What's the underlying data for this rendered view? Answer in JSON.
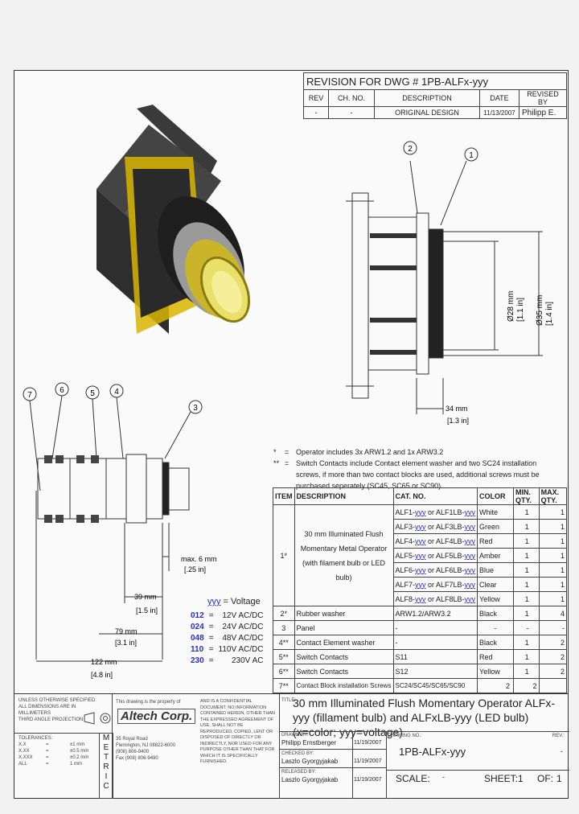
{
  "revision": {
    "heading": "REVISION FOR DWG #",
    "dwg": "1PB-ALFx-yyy",
    "headers": [
      "REV",
      "CH. NO.",
      "DESCRIPTION",
      "DATE",
      "REVISED BY"
    ],
    "row": [
      "-",
      "-",
      "ORIGINAL DESIGN",
      "11/13/2007",
      "Philipp E."
    ]
  },
  "balloons": [
    "1",
    "2",
    "3",
    "4",
    "5",
    "6",
    "7"
  ],
  "dims": {
    "d28": "Ø28 mm",
    "d28in": "[1.1 in]",
    "d35": "Ø35 mm",
    "d35in": "[1.4 in]",
    "w34": "34 mm",
    "w34in": "[1.3 in]",
    "max6": "max. 6 mm",
    "max6in": "[.25 in]",
    "m39": "39 mm",
    "m39in": "[1.5 in]",
    "m79": "79 mm",
    "m79in": "[3.1 in]",
    "m122": "122 mm",
    "m122in": "[4.8 in]"
  },
  "notes": [
    {
      "mark": "*",
      "sep": "=",
      "text": "Operator includes 3x ARW1.2 and 1x ARW3.2"
    },
    {
      "mark": "**",
      "sep": "=",
      "text": "Switch Contacts include Contact element washer and two SC24 installation screws, if more than two contact blocks are used, additional screws must be purchased seperately (SC45, SC65 or SC90)"
    }
  ],
  "bom": {
    "headers": [
      "ITEM",
      "DESCRIPTION",
      "CAT. NO.",
      "COLOR",
      "MIN. QTY.",
      "MAX. QTY."
    ],
    "operator": {
      "item": "1*",
      "desc": "30 mm Illuminated Flush Momentary Metal Operator (with filament bulb or LED bulb)",
      "rows": [
        {
          "a": "ALF1-",
          "b": " or ALF1LB-",
          "color": "White",
          "min": "1",
          "max": "1"
        },
        {
          "a": "ALF3-",
          "b": " or ALF3LB-",
          "color": "Green",
          "min": "1",
          "max": "1"
        },
        {
          "a": "ALF4-",
          "b": " or ALF4LB-",
          "color": "Red",
          "min": "1",
          "max": "1"
        },
        {
          "a": "ALF5-",
          "b": " or ALF5LB-",
          "color": "Amber",
          "min": "1",
          "max": "1"
        },
        {
          "a": "ALF6-",
          "b": " or ALF6LB-",
          "color": "Blue",
          "min": "1",
          "max": "1"
        },
        {
          "a": "ALF7-",
          "b": " or ALF7LB-",
          "color": "Clear",
          "min": "1",
          "max": "1"
        },
        {
          "a": "ALF8-",
          "b": " or ALF8LB-",
          "color": "Yellow",
          "min": "1",
          "max": "1"
        }
      ],
      "yyy": "yyy"
    },
    "rows": [
      {
        "item": "2*",
        "desc": "Rubber washer",
        "cat": "ARW1.2/ARW3.2",
        "color": "Black",
        "min": "1",
        "max": "4"
      },
      {
        "item": "3",
        "desc": "Panel",
        "cat": "-",
        "color": "-",
        "min": "-",
        "max": "-"
      },
      {
        "item": "4**",
        "desc": "Contact Element washer",
        "cat": "-",
        "color": "Black",
        "min": "1",
        "max": "2"
      },
      {
        "item": "5**",
        "desc": "Switch Contacts",
        "cat": "S11",
        "color": "Red",
        "min": "1",
        "max": "2"
      },
      {
        "item": "6**",
        "desc": "Switch Contacts",
        "cat": "S12",
        "color": "Yellow",
        "min": "1",
        "max": "2"
      },
      {
        "item": "7**",
        "desc": "Contact Block installation Screws",
        "cat": "SC24/SC45/SC65/SC90",
        "color": "2",
        "min": "2",
        "max": ""
      }
    ]
  },
  "voltage": {
    "title_code": "yyy",
    "title_rest": " = Voltage",
    "rows": [
      {
        "code": "012",
        "eq": "=",
        "v": "12V AC/DC"
      },
      {
        "code": "024",
        "eq": "=",
        "v": "24V AC/DC"
      },
      {
        "code": "048",
        "eq": "=",
        "v": "48V AC/DC"
      },
      {
        "code": "110",
        "eq": "=",
        "v": "110V AC/DC"
      },
      {
        "code": "230",
        "eq": "=",
        "v": "230V AC"
      }
    ]
  },
  "titleblock": {
    "unless": "UNLESS OTHERWISE SPECIFIED:",
    "dims_in": "ALL DIMENSIONS ARE IN MILLIMETERS",
    "projection": "THIRD ANGLE PROJECTION",
    "tolerances_label": "TOLERANCES:",
    "tolerances": [
      {
        "k": "X.X",
        "eq": "=",
        "v": "±1 mm"
      },
      {
        "k": "X.XX",
        "eq": "=",
        "v": "±0.5 mm"
      },
      {
        "k": "X.XXX",
        "eq": "=",
        "v": "±0.2 mm"
      },
      {
        "k": "ALL",
        "eq": "=",
        "v": "1 mm"
      }
    ],
    "metric": [
      "M",
      "E",
      "T",
      "R",
      "I",
      "C"
    ],
    "property": "This drawing is the property of",
    "company": "Altech Corp.",
    "address": [
      "35 Royal Road",
      "Flemington, NJ 08822-6000",
      "(908) 806-9400",
      "Fax (908) 806-9490"
    ],
    "confidential": "AND IS A CONFIDENTIAL DOCUMENT. NO INFORMATION CONTAINED HEREIN, OTHER THAN THE EXPRESSED AGREEMENT OF USE, SHALL NOT BE REPRODUCED, COPIED, LENT OR DISPOSED OF DIRECTLY OR INDIRECTLY, NOR USED FOR ANY PURPOSE OTHER THAN THAT FOR WHICH IT IS SPECIFICALLY FURNISHED.",
    "title_label": "TITLE:",
    "title": "30 mm Illuminated Flush Momentary Operator ALFx-yyy (fillament bulb) and ALFxLB-yyy (LED bulb) (x=color; yyy=voltage)",
    "drawn_label": "DRAWN BY:",
    "drawn_by": "Philipp Ernstberger",
    "drawn_date": "11/19/2007",
    "checked_label": "CHECKED BY:",
    "checked_by": "Laszlo Gyorgyjakab",
    "checked_date": "11/19/2007",
    "released_label": "RELEASED BY:",
    "released_by": "Laszlo Gyorgyjakab",
    "released_date": "11/19/2007",
    "drawing_no_label": "DRAWING NO.:",
    "drawing_no": "1PB-ALFx-yyy",
    "rev_label": "REV.:",
    "rev": "-",
    "scale_label": "SCALE:",
    "scale": "-",
    "sheet_label": "SHEET:",
    "sheet": "1",
    "of_label": "OF:",
    "of": "1"
  }
}
